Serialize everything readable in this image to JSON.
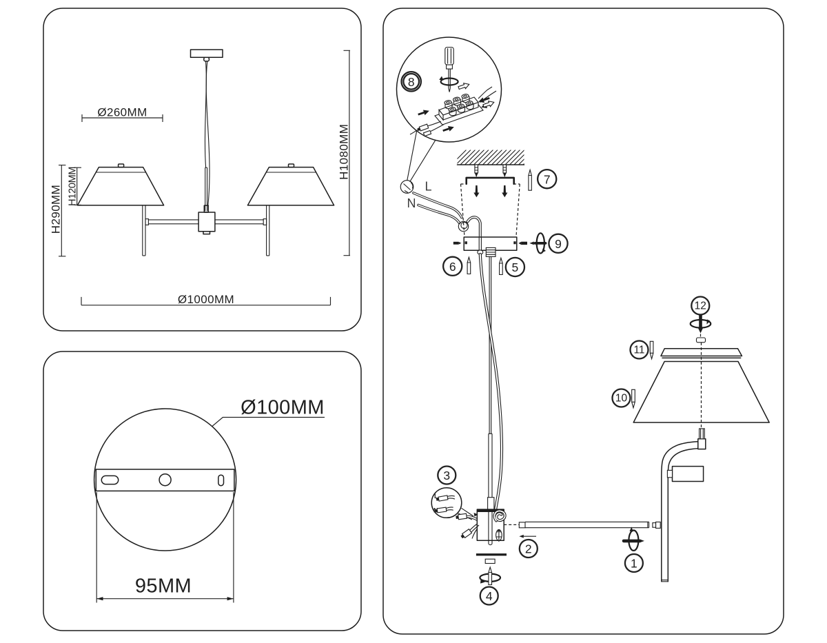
{
  "diagram": {
    "kind": "lamp assembly instruction sheet",
    "background": "#ffffff",
    "line_color": "#1d1d1d"
  },
  "front_view": {
    "title": "chandelier dimensions",
    "labels": {
      "shade_diameter": "Ø260MM",
      "shade_height": "H120MM",
      "body_height": "H290MM",
      "total_height": "H1080MM",
      "total_diameter": "Ø1000MM"
    }
  },
  "plate_view": {
    "title": "ceiling plate dimensions",
    "labels": {
      "plate_diameter": "Ø100MM",
      "bracket_length": "95MM"
    }
  },
  "assembly_view": {
    "title": "assembly steps",
    "wire_labels": {
      "live": "L",
      "neutral": "N"
    },
    "detail_wire_labels": {
      "live": "L",
      "neutral": "N"
    },
    "steps": [
      {
        "number": "1"
      },
      {
        "number": "2"
      },
      {
        "number": "3"
      },
      {
        "number": "4"
      },
      {
        "number": "5"
      },
      {
        "number": "6"
      },
      {
        "number": "7"
      },
      {
        "number": "8"
      },
      {
        "number": "9"
      },
      {
        "number": "10"
      },
      {
        "number": "11"
      },
      {
        "number": "12"
      }
    ]
  }
}
